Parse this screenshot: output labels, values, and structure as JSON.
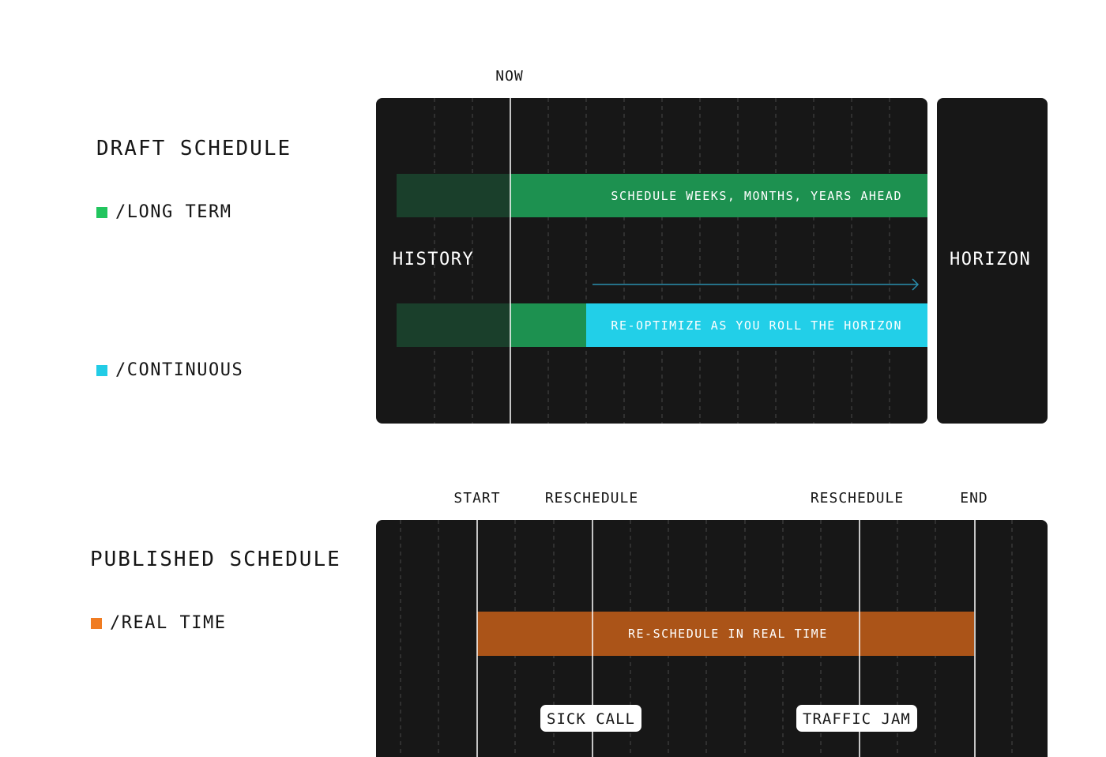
{
  "colors": {
    "panel": "#171717",
    "long_term": "#1d9150",
    "long_term_history": "#1a3f2b",
    "continuous": "#22cfe8",
    "real_time": "#ab5418",
    "arrow": "#2a8fae",
    "legend_long_term": "#22c55e",
    "legend_continuous": "#22cce6",
    "legend_real_time": "#f07c22"
  },
  "draft": {
    "title": "DRAFT SCHEDULE",
    "legend_long_term": "/LONG TERM",
    "legend_continuous": "/CONTINUOUS",
    "marker_now": "NOW",
    "history_label": "HISTORY",
    "horizon_label": "HORIZON",
    "bar_long_term_text": "SCHEDULE WEEKS, MONTHS, YEARS AHEAD",
    "bar_continuous_text": "RE-OPTIMIZE AS YOU ROLL THE HORIZON"
  },
  "published": {
    "title": "PUBLISHED SCHEDULE",
    "legend_real_time": "/REAL TIME",
    "marker_start": "START",
    "marker_reschedule_1": "RESCHEDULE",
    "marker_reschedule_2": "RESCHEDULE",
    "marker_end": "END",
    "bar_real_time_text": "RE-SCHEDULE IN REAL TIME",
    "event_1": "SICK CALL",
    "event_2": "TRAFFIC JAM"
  }
}
